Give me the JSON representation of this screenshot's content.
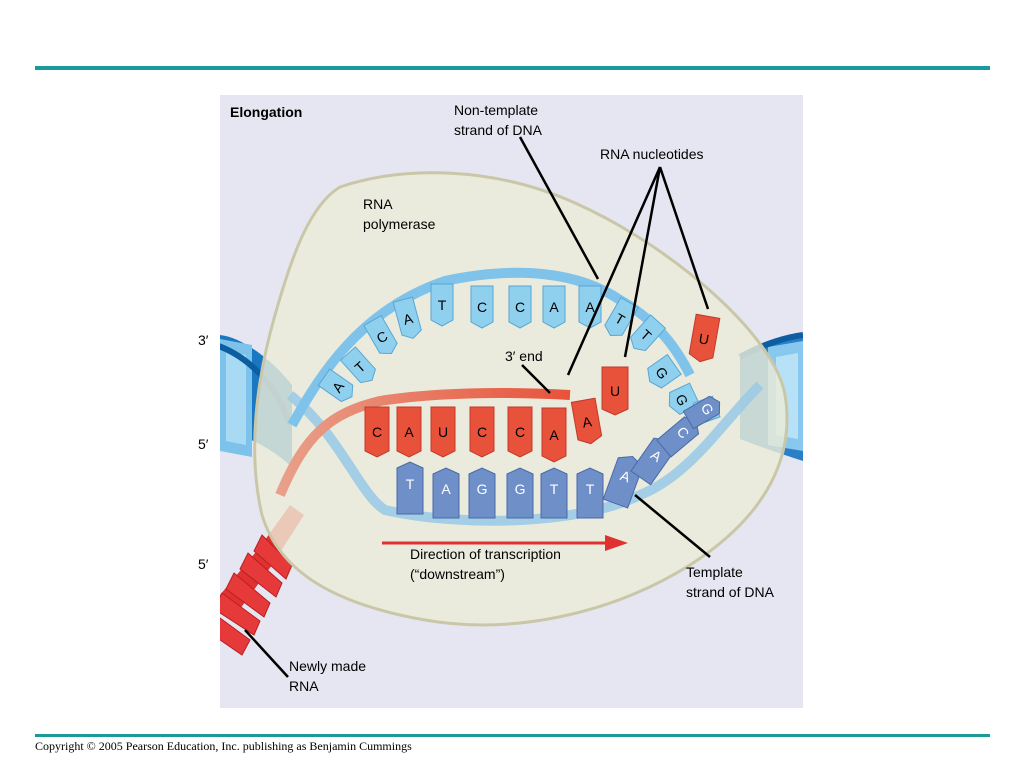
{
  "figure": {
    "title": "Elongation",
    "labels": {
      "non_template_line1": "Non-template",
      "non_template_line2": "strand of DNA",
      "rna_nucleotides": "RNA nucleotides",
      "rna_polymerase_line1": "RNA",
      "rna_polymerase_line2": "polymerase",
      "three_prime_end": "3′ end",
      "direction_line1": "Direction of transcription",
      "direction_line2": "(“downstream”)",
      "template_line1": "Template",
      "template_line2": "strand of DNA",
      "newly_made_line1": "Newly made",
      "newly_made_line2": "RNA"
    },
    "strand_ends": {
      "top_left": "3′",
      "middle_left": "5′",
      "bottom_left": "5′"
    },
    "bases": {
      "non_template": [
        "A",
        "T",
        "C",
        "A",
        "T",
        "C",
        "C",
        "A",
        "A",
        "T",
        "T",
        "G",
        "G",
        "G"
      ],
      "rna": [
        "C",
        "A",
        "U",
        "C",
        "C",
        "A",
        "A"
      ],
      "incoming_rna": [
        "U",
        "U"
      ],
      "template": [
        "T",
        "A",
        "G",
        "G",
        "T",
        "T",
        "A",
        "A",
        "C",
        "G"
      ]
    },
    "colors": {
      "dna_light_blue": "#8fd0ee",
      "dna_dark_blue": "#1a78c2",
      "template_blue": "#6f8fc8",
      "rna_red": "#e8523a",
      "rna_bright_red": "#e03030",
      "polymerase": "#ecebd8",
      "arrow_red": "#e03030",
      "rule_teal": "#1a9a9a"
    }
  },
  "footer": {
    "copyright": "Copyright © 2005 Pearson Education, Inc. publishing as Benjamin Cummings"
  }
}
